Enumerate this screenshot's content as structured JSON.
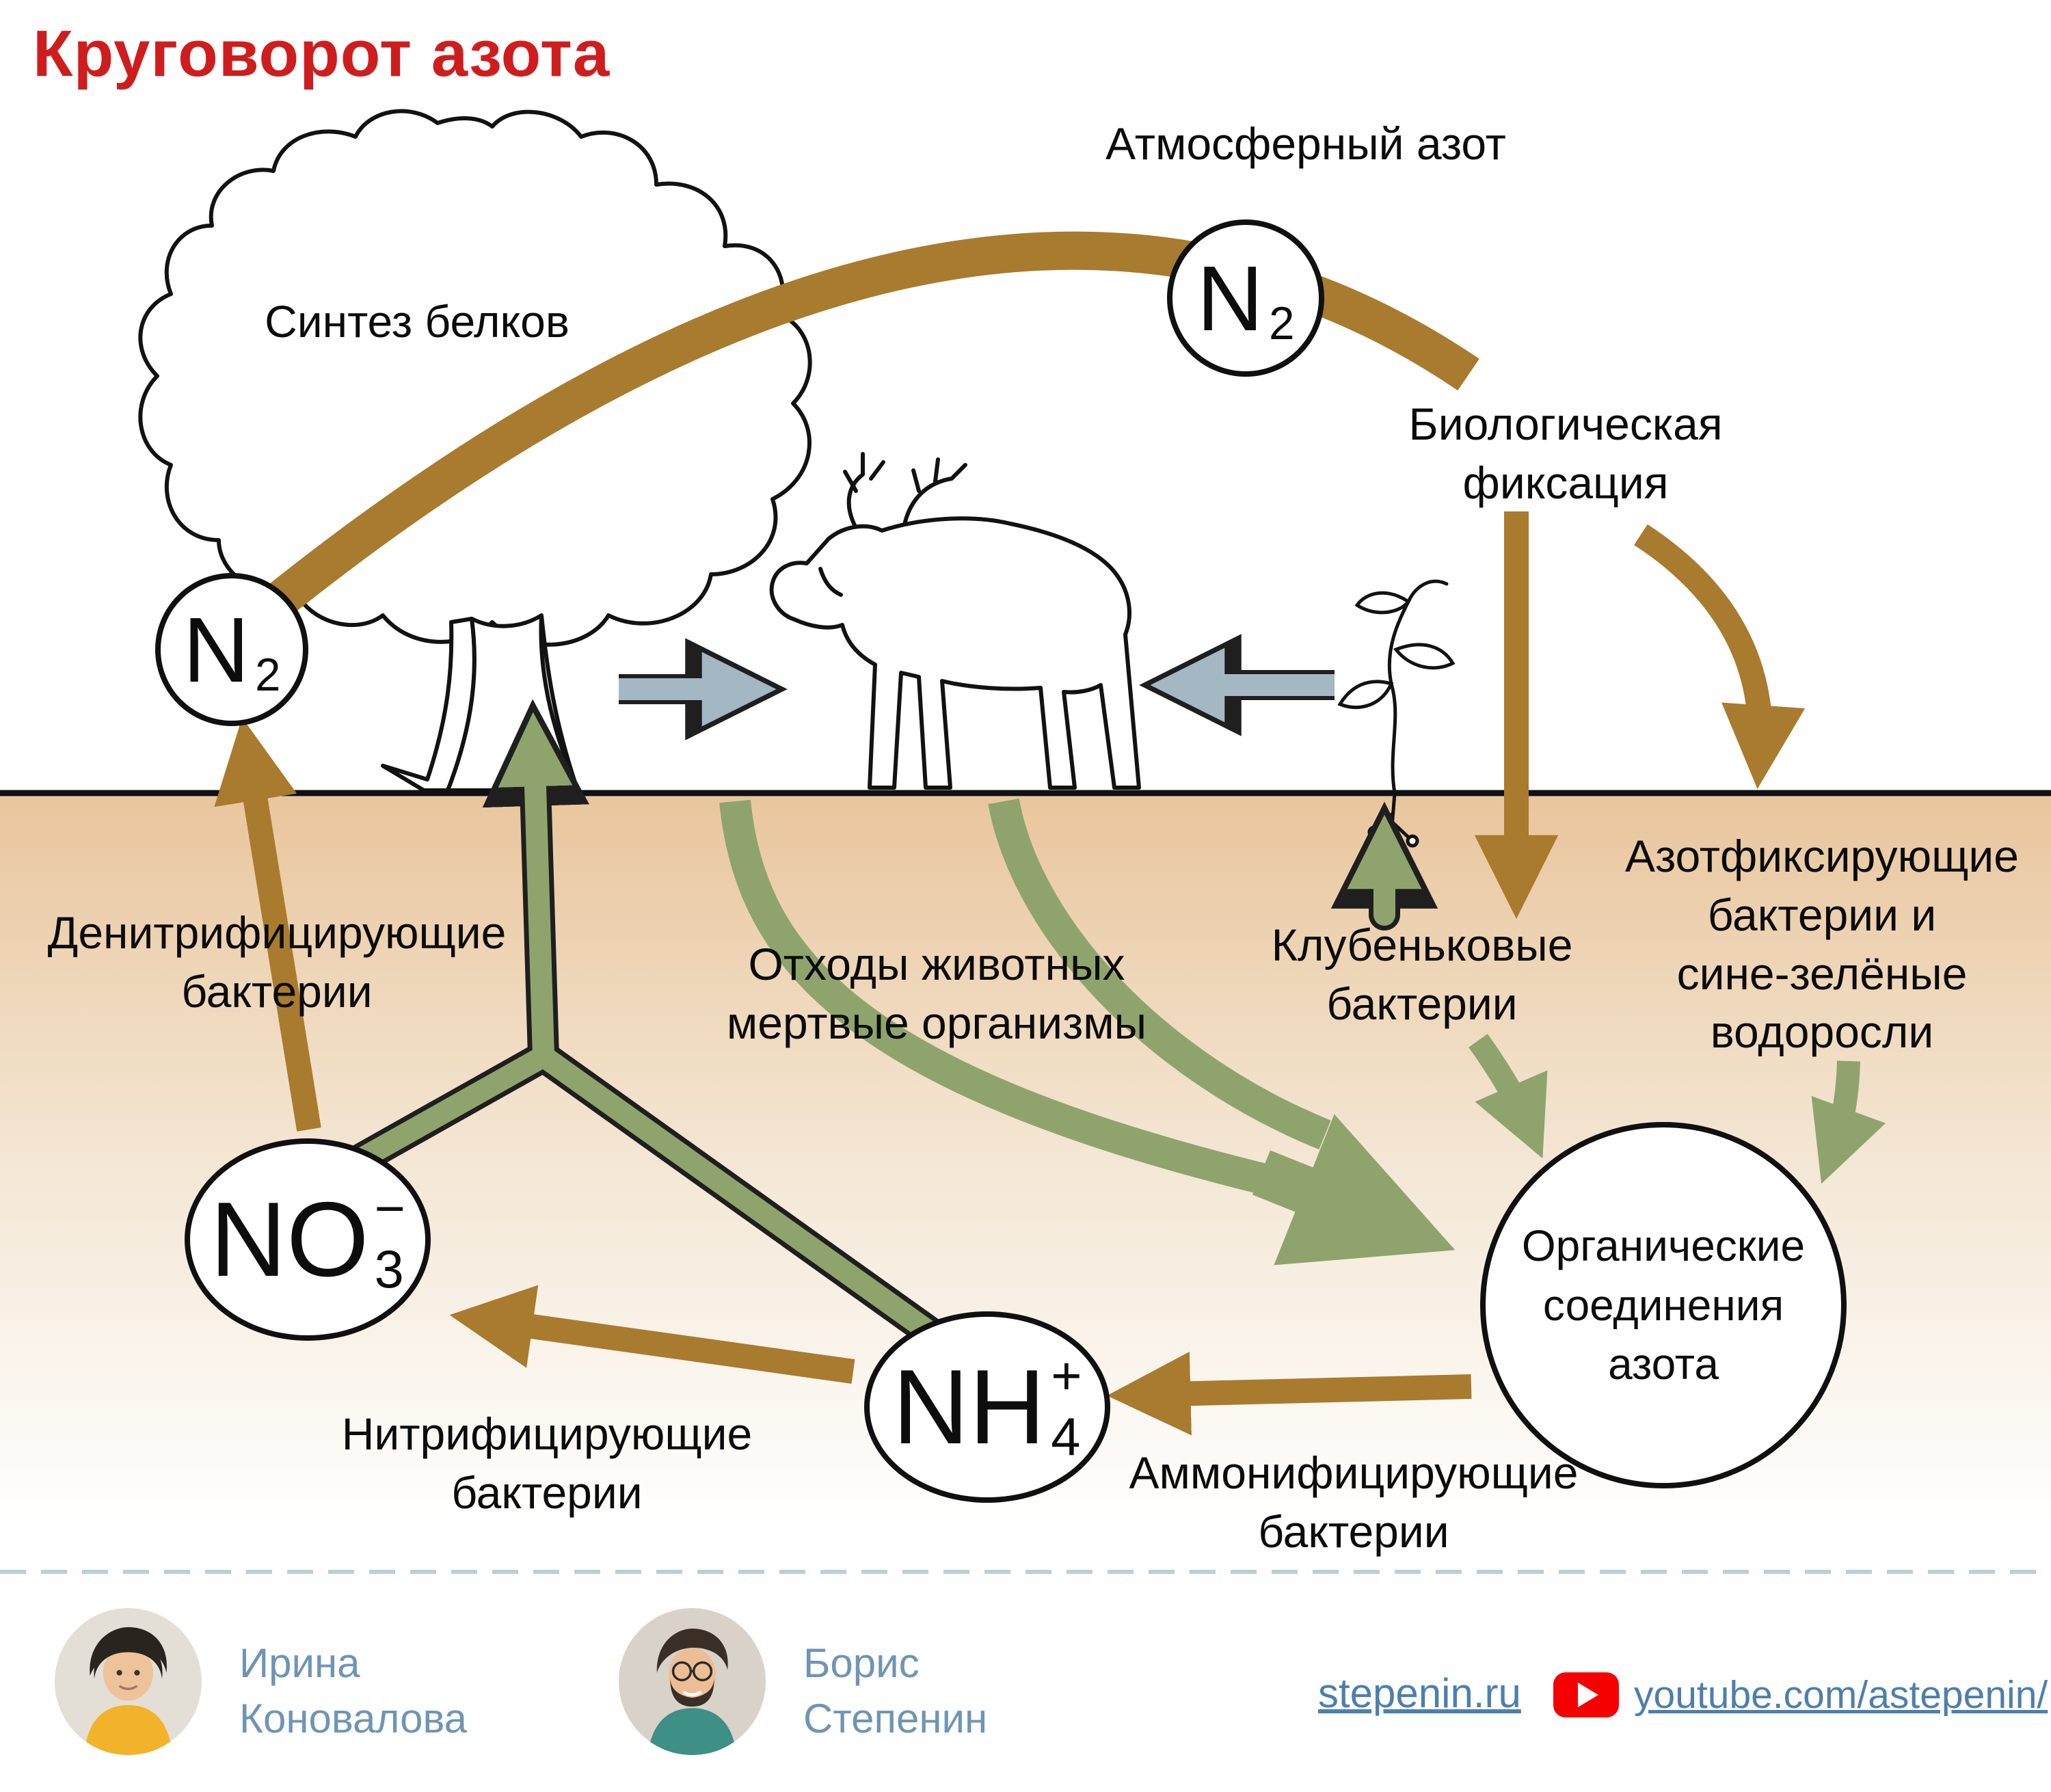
{
  "title": "Круговорот азота",
  "labels": {
    "atmospheric_nitrogen": "Атмосферный азот",
    "protein_synthesis": "Синтез белков",
    "biological_fixation": "Биологическая\nфиксация",
    "denitrifying_bacteria": "Денитрифицирующие\nбактерии",
    "animal_waste": "Отходы животных\nмертвые организмы",
    "nodule_bacteria": "Клубеньковые\nбактерии",
    "nitrogen_fixing": "Азотфиксирующие\nбактерии и\nсине-зелёные\nводоросли",
    "nitrifying_bacteria": "Нитрифицирующие\nбактерии",
    "ammonifying_bacteria": "Аммонифицирующие\nбактерии"
  },
  "nodes": {
    "n2_top": {
      "main": "N",
      "sup": "",
      "sub": "2"
    },
    "n2_left": {
      "main": "N",
      "sup": "",
      "sub": "2"
    },
    "no3": {
      "main": "NO",
      "sup": "−",
      "sub": "3"
    },
    "nh4": {
      "main": "NH",
      "sup": "+",
      "sub": "4"
    },
    "organic": "Органические\nсоединения\nазота"
  },
  "footer": {
    "author1_name": "Ирина\nКоновалова",
    "author2_name": "Борис\nСтепенин",
    "site_link": "stepenin.ru",
    "youtube_link": "youtube.com/astepenin/"
  },
  "colors": {
    "title-red": "#cf1d1d",
    "arrow-brown": "#a87b2e",
    "arrow-green": "#8fa46c",
    "arrow-blue": "#a3b8c3",
    "outline-dark": "#1f1f1f",
    "ground-top": "#e9c69d",
    "link-blue": "#4d7fae",
    "name-blue": "#6f94b5",
    "youtube-red": "#f60002",
    "separator-blue": "#b9cfda"
  }
}
